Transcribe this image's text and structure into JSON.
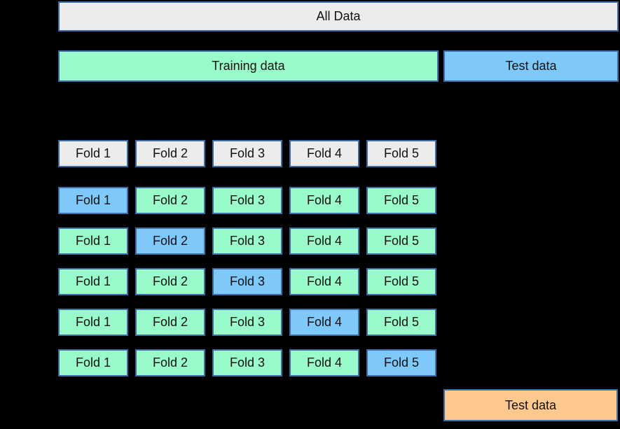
{
  "colors": {
    "background": "#000000",
    "border": "#3c6da5",
    "gray": "#ececec",
    "green": "#99fbca",
    "blue": "#7ec8fa",
    "orange": "#fdc88d",
    "text": "#111111"
  },
  "all_data": {
    "label": "All Data"
  },
  "train_test_split": {
    "training_label": "Training data",
    "test_label": "Test data"
  },
  "fold_header": [
    "Fold 1",
    "Fold 2",
    "Fold 3",
    "Fold 4",
    "Fold 5"
  ],
  "cv_rows": [
    {
      "folds": [
        "Fold 1",
        "Fold 2",
        "Fold 3",
        "Fold 4",
        "Fold 5"
      ],
      "validation_index": 0
    },
    {
      "folds": [
        "Fold 1",
        "Fold 2",
        "Fold 3",
        "Fold 4",
        "Fold 5"
      ],
      "validation_index": 1
    },
    {
      "folds": [
        "Fold 1",
        "Fold 2",
        "Fold 3",
        "Fold 4",
        "Fold 5"
      ],
      "validation_index": 2
    },
    {
      "folds": [
        "Fold 1",
        "Fold 2",
        "Fold 3",
        "Fold 4",
        "Fold 5"
      ],
      "validation_index": 3
    },
    {
      "folds": [
        "Fold 1",
        "Fold 2",
        "Fold 3",
        "Fold 4",
        "Fold 5"
      ],
      "validation_index": 4
    }
  ],
  "final_test": {
    "label": "Test data"
  }
}
